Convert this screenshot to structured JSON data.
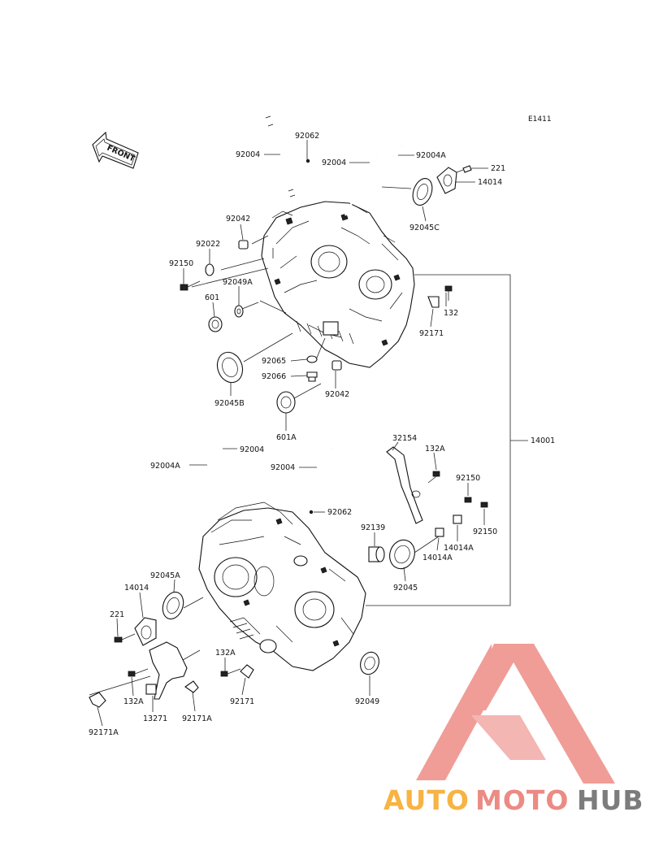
{
  "diagram_code": "E1411",
  "front_label": "FRONT",
  "labels": {
    "p92062a": "92062",
    "p92004a": "92004",
    "p92004b": "92004",
    "p92004Aa": "92004A",
    "p221a": "221",
    "p14014a": "14014",
    "p92045C": "92045C",
    "p92042a": "92042",
    "p92022": "92022",
    "p92150a": "92150",
    "p92049A": "92049A",
    "p601": "601",
    "p92065": "92065",
    "p92066": "92066",
    "p92045B": "92045B",
    "p92042b": "92042",
    "p601A": "601A",
    "p132a": "132",
    "p92171a": "92171",
    "p14001": "14001",
    "p92004c": "92004",
    "p92004Ab": "92004A",
    "p92004d": "92004",
    "p32154": "32154",
    "p132Aa": "132A",
    "p92062b": "92062",
    "p92150b": "92150",
    "p92150c": "92150",
    "p92139": "92139",
    "p14014A": "14014A",
    "p14014Ab": "14014A",
    "p92045": "92045",
    "p92045A": "92045A",
    "p14014b": "14014",
    "p221b": "221",
    "p132Ab": "132A",
    "p92171b": "92171",
    "p92049": "92049",
    "p132Ac": "132A",
    "p13271": "13271",
    "p92171A": "92171A",
    "p92171Ab": "92171A"
  },
  "watermark": {
    "part1": "AUTO",
    "part2": "MOTO",
    "part3": "HUB",
    "color_auto": "#f6a623",
    "color_moto": "#e8776f",
    "color_hub": "#666666",
    "triangle_color": "#ee8c86"
  }
}
